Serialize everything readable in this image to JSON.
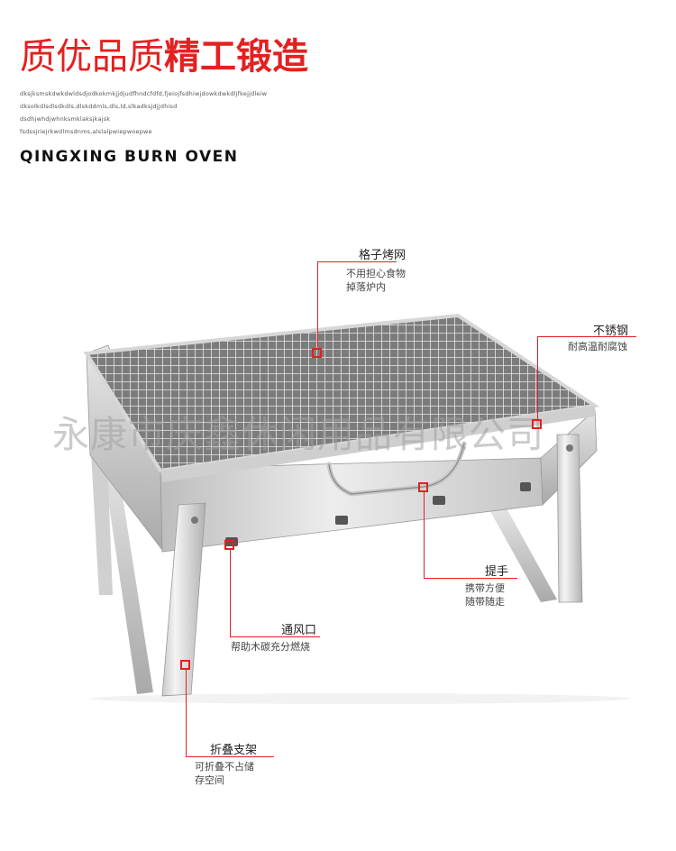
{
  "header": {
    "title_light": "质优品质",
    "title_bold": "精工锻造",
    "small_text": [
      "dksjksmskdwkdwldsdjodkokmkjjdjudfhndcfdfd,fjeiojfsdhiwjdowkdwkdljfkejjdleiw",
      "dksolkdlsdlsdkdls,dlskddmls,dls,ld,slkadksjdjjdhisd",
      "dsdhjwhdjwhnksmklaksjkajsk",
      "fsdssjriejrkwdlmsdnms,alslalpwiepwoepwe"
    ],
    "subtitle": "QINGXING  BURN OVEN"
  },
  "watermark": "永康市庆鑫休闲用品有限公司",
  "callouts": [
    {
      "id": "grill-net",
      "title": "格子烤网",
      "desc": [
        "不用担心食物",
        "掉落炉内"
      ]
    },
    {
      "id": "stainless",
      "title": "不锈钢",
      "desc": [
        "耐高温耐腐蚀"
      ]
    },
    {
      "id": "handle",
      "title": "提手",
      "desc": [
        "携带方便",
        "随带随走"
      ]
    },
    {
      "id": "vent",
      "title": "通风口",
      "desc": [
        "帮助木碳充分燃烧"
      ]
    },
    {
      "id": "folding-stand",
      "title": "折叠支架",
      "desc": [
        "可折叠不占储",
        "存空间"
      ]
    }
  ],
  "colors": {
    "accent": "#e42020",
    "text": "#222222"
  }
}
